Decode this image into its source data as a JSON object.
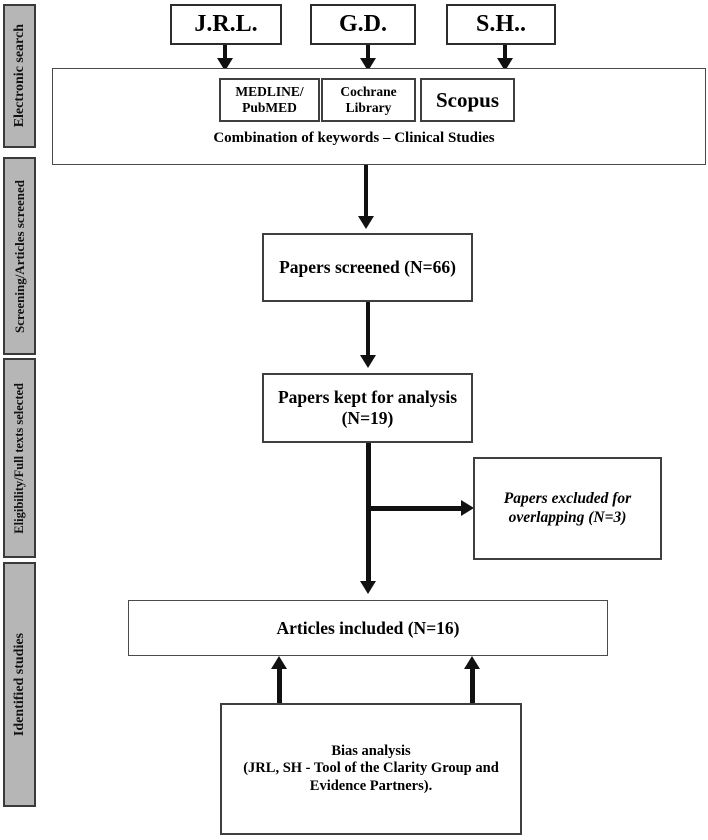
{
  "figure": {
    "type": "prisma-flow-diagram",
    "colors": {
      "stage_band_fill": "#b6b6b6",
      "stage_band_border": "#3a3a3a",
      "box_border": "#3f3f3f",
      "connector": "#111111",
      "background": "#ffffff"
    }
  },
  "stages": [
    {
      "label": "Electronic search"
    },
    {
      "label": "Screening/Articles screened"
    },
    {
      "label": "Eligibility/Full texts selected"
    },
    {
      "label": "Identified studies"
    }
  ],
  "reviewers": [
    {
      "label": "J.R.L."
    },
    {
      "label": "G.D."
    },
    {
      "label": "S.H.."
    }
  ],
  "electronic_search": {
    "databases": [
      {
        "label": "MEDLINE/\nPubMED",
        "line1": "MEDLINE/",
        "line2": "PubMED"
      },
      {
        "label": "Cochrane Library",
        "line1": "Cochrane",
        "line2": "Library"
      },
      {
        "label": "Scopus",
        "line1": "Scopus",
        "line2": ""
      }
    ],
    "keywords_line": "Combination of keywords – Clinical Studies"
  },
  "flow": {
    "screened": {
      "label": "Papers screened (N=66)",
      "count": 66
    },
    "kept": {
      "line1": "Papers kept for analysis",
      "line2": "(N=19)",
      "count": 19
    },
    "excluded": {
      "line1": "Papers excluded for",
      "line2": "overlapping (N=3)",
      "count": 3
    },
    "included": {
      "label": "Articles included (N=16)",
      "count": 16
    },
    "bias": {
      "line1": "Bias analysis",
      "line2": "(JRL, SH - Tool of the Clarity Group and",
      "line3": "Evidence Partners)."
    }
  }
}
